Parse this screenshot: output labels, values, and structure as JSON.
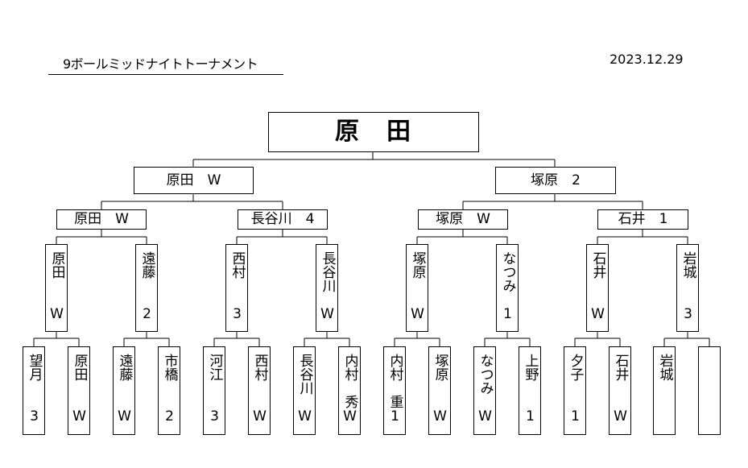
{
  "header": {
    "title": "9ボールミッドナイトトーナメント",
    "date": "2023.12.29"
  },
  "bracket": {
    "champion": "原　田",
    "semifinal": [
      "原田　W",
      "塚原　2"
    ],
    "quarterfinal": [
      "原田　W",
      "長谷川　4",
      "塚原　W",
      "石井　1"
    ],
    "round2": [
      "原田　　W",
      "遠藤　　2",
      "西村　　3",
      "長谷川　W",
      "塚原　　W",
      "なつみ　1",
      "石井　　W",
      "岩城　　3"
    ],
    "round1": [
      "望月　　3",
      "原田　　W",
      "遠藤　　W",
      "市橋　　2",
      "河江　　3",
      "西村　　W",
      "長谷川　W",
      "内村　秀W",
      "内村　重1",
      "塚原　　W",
      "なつみ　W",
      "上野　　1",
      "夕子　　1",
      "石井　　W",
      "岩城",
      ""
    ]
  }
}
